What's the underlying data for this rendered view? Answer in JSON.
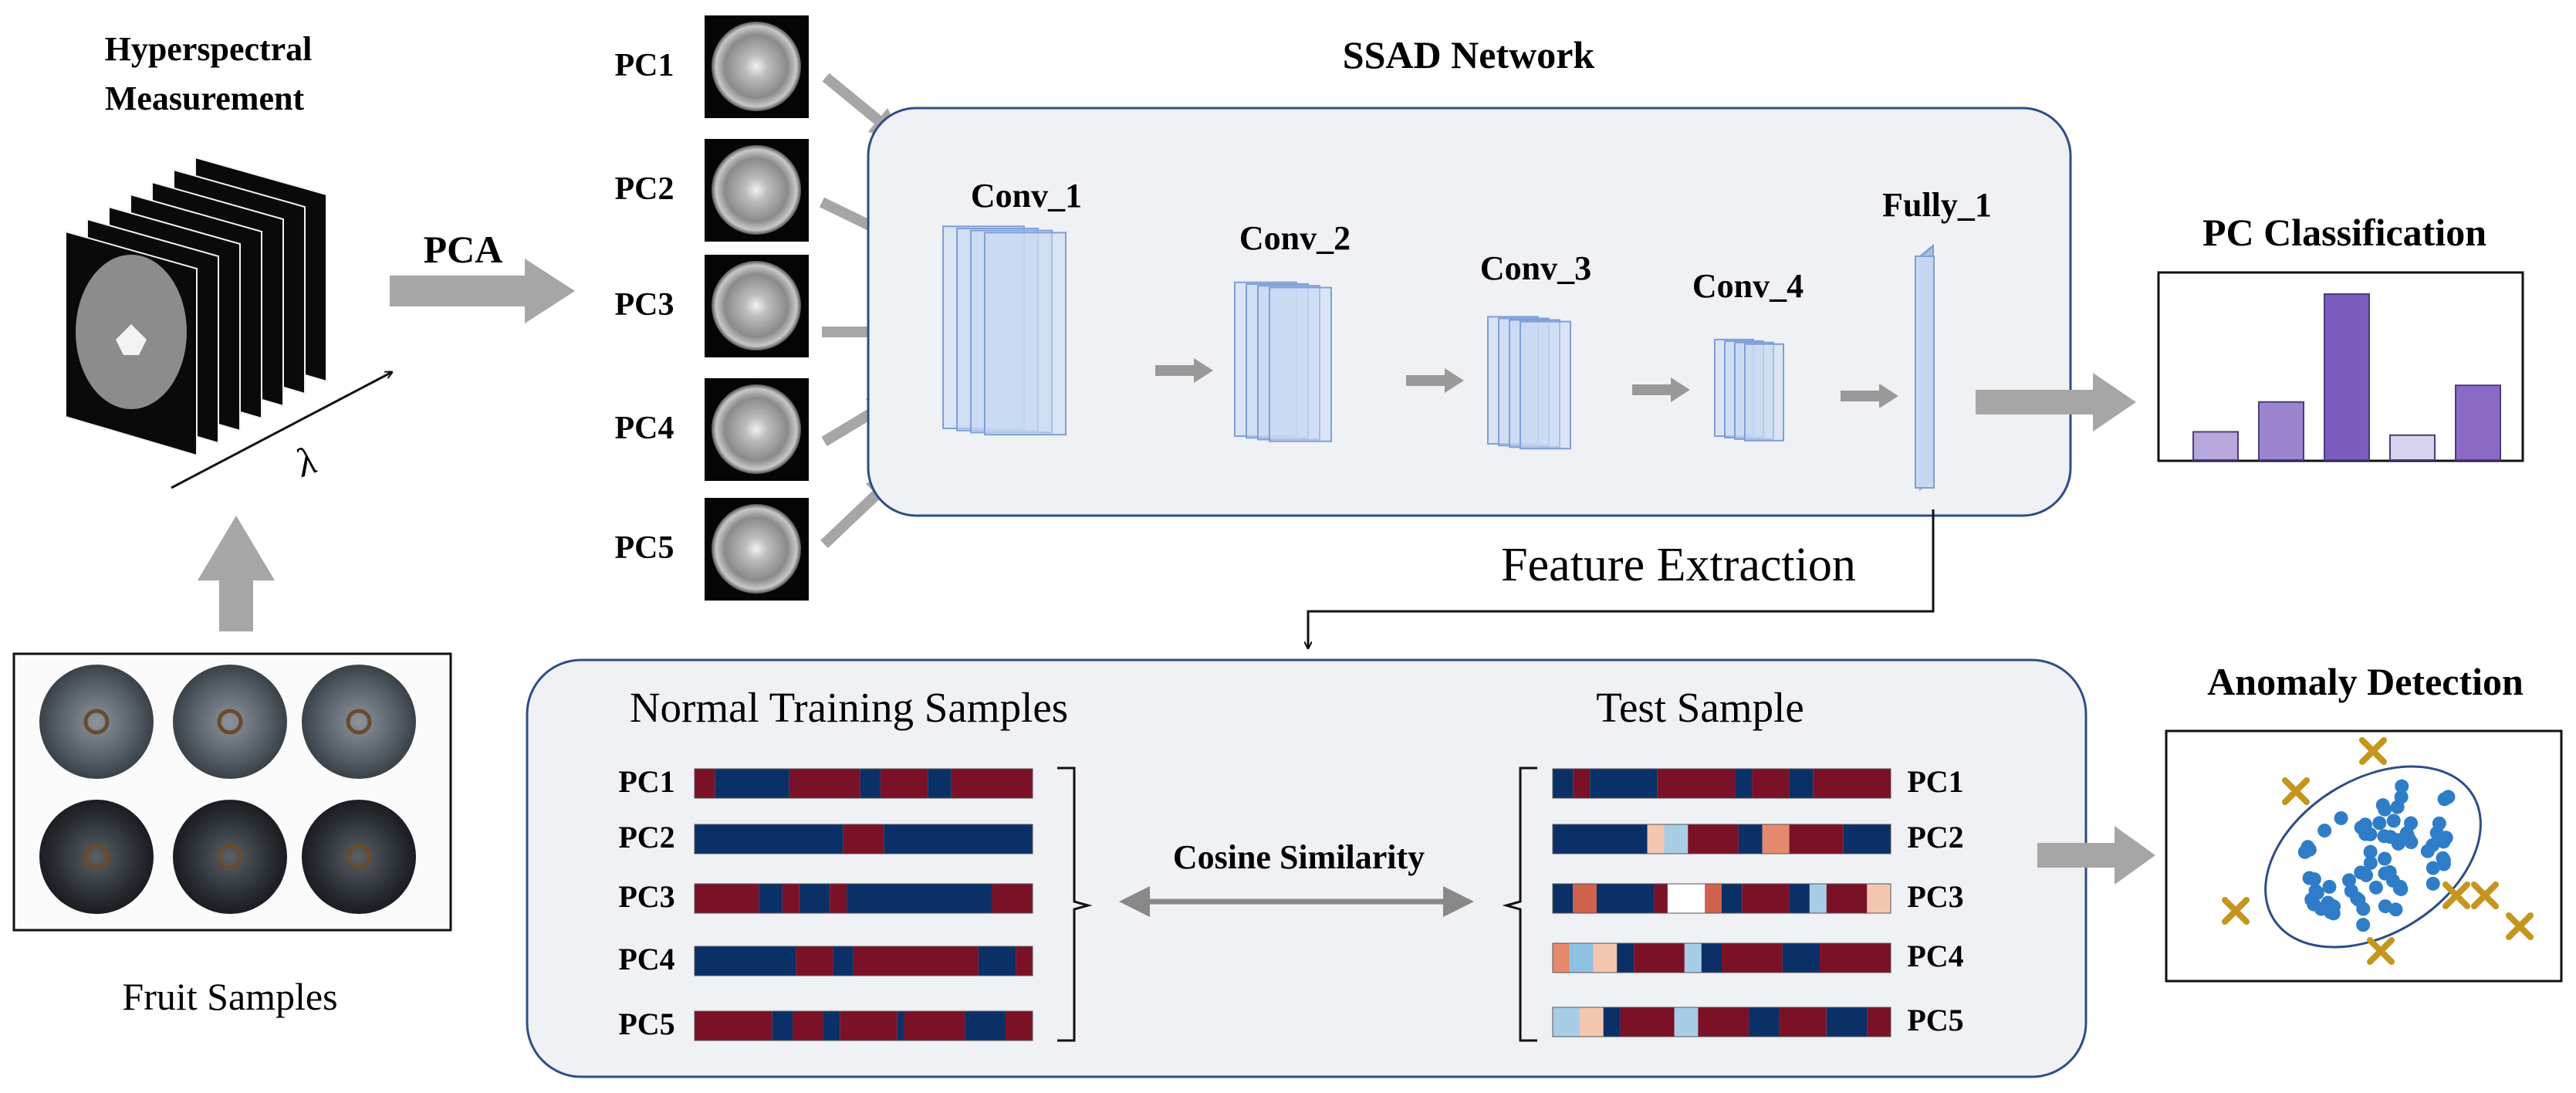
{
  "hyperspectral": {
    "title_line1": "Hyperspectral",
    "title_line2": "Measurement",
    "lambda": "λ"
  },
  "pca_label": "PCA",
  "pc_labels": [
    "PC1",
    "PC2",
    "PC3",
    "PC4",
    "PC5"
  ],
  "network": {
    "title": "SSAD Network",
    "layers": [
      "Conv_1",
      "Conv_2",
      "Conv_3",
      "Conv_4",
      "Fully_1"
    ]
  },
  "classification": {
    "title": "PC Classification",
    "bars": [
      {
        "value": 0.17,
        "color": "#b8a8dc"
      },
      {
        "value": 0.35,
        "color": "#9b85cf"
      },
      {
        "value": 1.0,
        "color": "#7d5cc0"
      },
      {
        "value": 0.15,
        "color": "#d9d2ee"
      },
      {
        "value": 0.45,
        "color": "#8b6ac6"
      }
    ]
  },
  "feature_extraction": "Feature Extraction",
  "fruit": {
    "caption": "Fruit Samples"
  },
  "lower": {
    "normal_title": "Normal Training Samples",
    "test_title": "Test Sample",
    "cosine": "Cosine Similarity",
    "normal_rows": [
      [
        [
          "#7b1126",
          0.06
        ],
        [
          "#0b3067",
          0.28
        ],
        [
          "#7b1126",
          0.49
        ],
        [
          "#0b3067",
          0.55
        ],
        [
          "#7b1126",
          0.69
        ],
        [
          "#0b3067",
          0.76
        ],
        [
          "#7b1126",
          1.0
        ]
      ],
      [
        [
          "#0b3067",
          0.44
        ],
        [
          "#7b1126",
          0.56
        ],
        [
          "#0b3067",
          1.0
        ]
      ],
      [
        [
          "#7b1126",
          0.19
        ],
        [
          "#0b3067",
          0.26
        ],
        [
          "#7b1126",
          0.31
        ],
        [
          "#0b3067",
          0.4
        ],
        [
          "#7b1126",
          0.45
        ],
        [
          "#0b3067",
          0.88
        ],
        [
          "#7b1126",
          1.0
        ]
      ],
      [
        [
          "#0b3067",
          0.3
        ],
        [
          "#7b1126",
          0.41
        ],
        [
          "#0b3067",
          0.47
        ],
        [
          "#7b1126",
          0.84
        ],
        [
          "#0b3067",
          0.95
        ],
        [
          "#7b1126",
          1.0
        ]
      ],
      [
        [
          "#7b1126",
          0.23
        ],
        [
          "#0b3067",
          0.29
        ],
        [
          "#7b1126",
          0.38
        ],
        [
          "#0b3067",
          0.43
        ],
        [
          "#7b1126",
          0.6
        ],
        [
          "#0b3067",
          0.62
        ],
        [
          "#7b1126",
          0.8
        ],
        [
          "#0b3067",
          0.92
        ],
        [
          "#7b1126",
          1.0
        ]
      ]
    ],
    "test_rows": [
      [
        [
          "#0b3067",
          0.06
        ],
        [
          "#7b1126",
          0.11
        ],
        [
          "#0b3067",
          0.31
        ],
        [
          "#7b1126",
          0.54
        ],
        [
          "#0b3067",
          0.59
        ],
        [
          "#7b1126",
          0.7
        ],
        [
          "#0b3067",
          0.77
        ],
        [
          "#7b1126",
          1.0
        ]
      ],
      [
        [
          "#0b3067",
          0.28
        ],
        [
          "#f4c6b0",
          0.33
        ],
        [
          "#a8cde6",
          0.4
        ],
        [
          "#7b1126",
          0.55
        ],
        [
          "#0b3067",
          0.62
        ],
        [
          "#e58a6e",
          0.7
        ],
        [
          "#7b1126",
          0.86
        ],
        [
          "#0b3067",
          1.0
        ]
      ],
      [
        [
          "#0b3067",
          0.06
        ],
        [
          "#d0614d",
          0.13
        ],
        [
          "#0b3067",
          0.3
        ],
        [
          "#7b1126",
          0.34
        ],
        [
          "#ffffff",
          0.45
        ],
        [
          "#d0614d",
          0.5
        ],
        [
          "#0b3067",
          0.56
        ],
        [
          "#7b1126",
          0.7
        ],
        [
          "#0b3067",
          0.76
        ],
        [
          "#a8cde6",
          0.81
        ],
        [
          "#7b1126",
          0.93
        ],
        [
          "#f4c6b0",
          1.0
        ]
      ],
      [
        [
          "#e58a6e",
          0.05
        ],
        [
          "#8fc1e3",
          0.12
        ],
        [
          "#f4c6b0",
          0.19
        ],
        [
          "#0b3067",
          0.24
        ],
        [
          "#7b1126",
          0.39
        ],
        [
          "#a8cde6",
          0.44
        ],
        [
          "#0b3067",
          0.5
        ],
        [
          "#7b1126",
          0.68
        ],
        [
          "#0b3067",
          0.79
        ],
        [
          "#7b1126",
          1.0
        ]
      ],
      [
        [
          "#a8cde6",
          0.08
        ],
        [
          "#f4c6b0",
          0.15
        ],
        [
          "#0b3067",
          0.2
        ],
        [
          "#7b1126",
          0.36
        ],
        [
          "#a8cde6",
          0.43
        ],
        [
          "#7b1126",
          0.58
        ],
        [
          "#0b3067",
          0.67
        ],
        [
          "#7b1126",
          0.81
        ],
        [
          "#0b3067",
          0.93
        ],
        [
          "#7b1126",
          1.0
        ]
      ]
    ]
  },
  "anomaly": {
    "title": "Anomaly Detection"
  },
  "colors": {
    "arrow": "#a6a6a6",
    "panel_border": "#2e4d87",
    "panel_fill": "#eff1f5",
    "layer": "#c9d8f2",
    "layer_edge": "#7f9fd6",
    "normal_point": "#2f7dc9",
    "anomaly_point": "#c6951e"
  }
}
